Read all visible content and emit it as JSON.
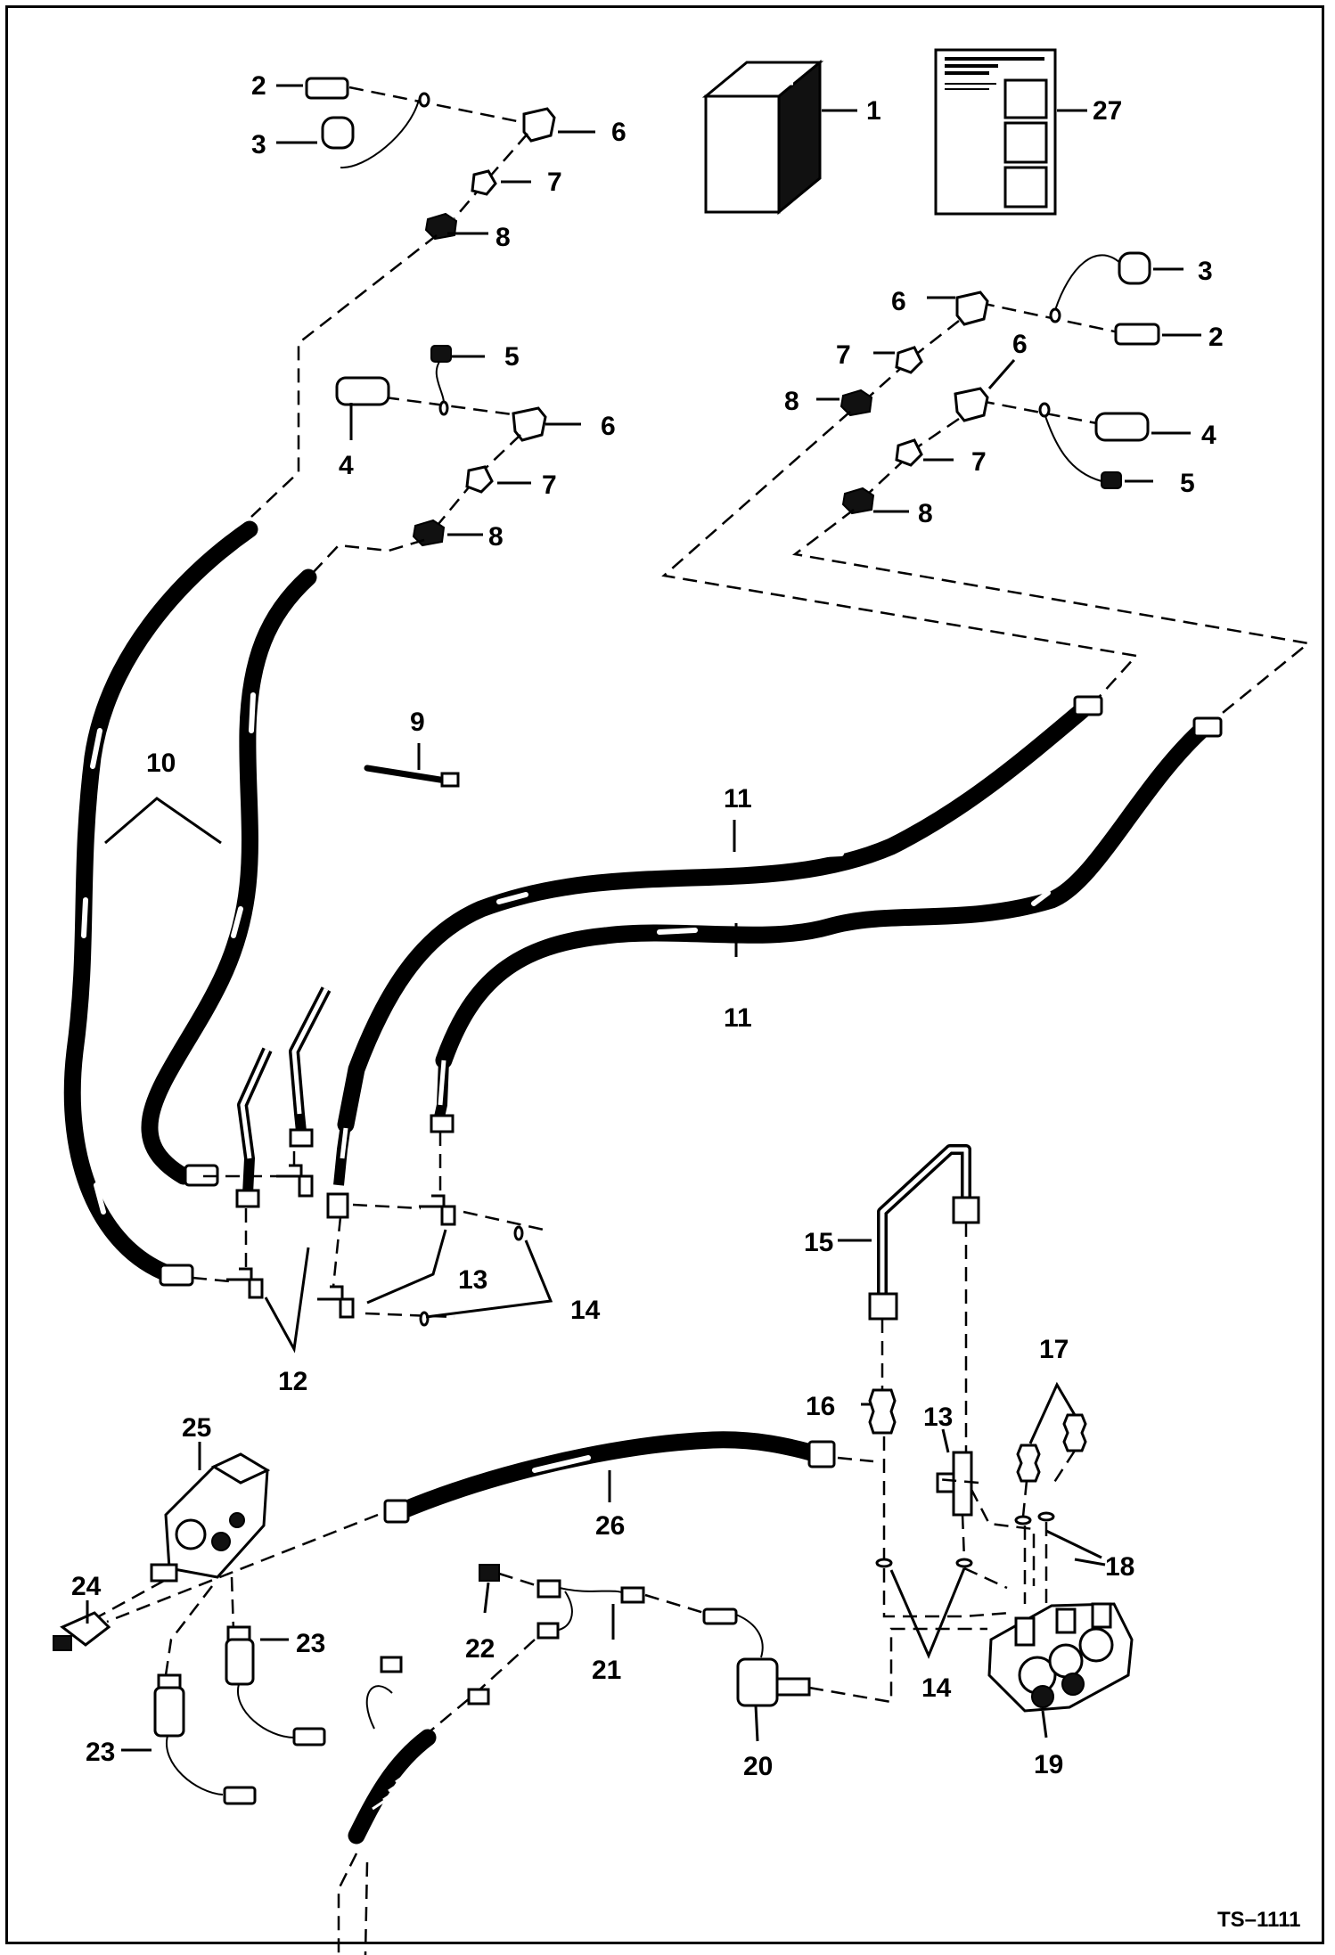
{
  "drawing_id": "TS–1111",
  "callouts": {
    "c1": "1",
    "c2a": "2",
    "c2b": "2",
    "c3a": "3",
    "c3b": "3",
    "c4a": "4",
    "c4b": "4",
    "c5a": "5",
    "c5b": "5",
    "c6a": "6",
    "c6b": "6",
    "c6c": "6",
    "c6d": "6",
    "c7a": "7",
    "c7b": "7",
    "c7c": "7",
    "c7d": "7",
    "c8a": "8",
    "c8b": "8",
    "c8c": "8",
    "c8d": "8",
    "c9": "9",
    "c10": "10",
    "c11a": "11",
    "c11b": "11",
    "c12": "12",
    "c13a": "13",
    "c13b": "13",
    "c14a": "14",
    "c14b": "14",
    "c15": "15",
    "c16": "16",
    "c17": "17",
    "c18": "18",
    "c19": "19",
    "c20": "20",
    "c21": "21",
    "c22": "22",
    "c23a": "23",
    "c23b": "23",
    "c24": "24",
    "c25": "25",
    "c26": "26",
    "c27": "27"
  }
}
